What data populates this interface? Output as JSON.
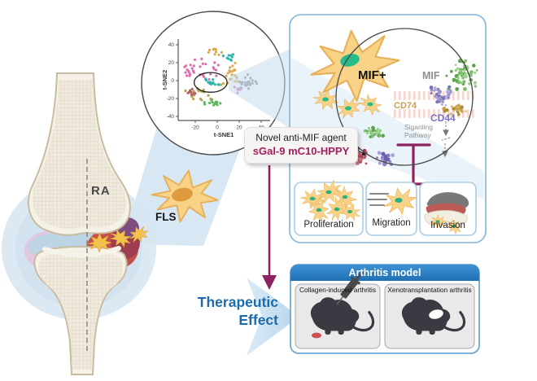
{
  "labels": {
    "ra": "RA",
    "fls": "FLS",
    "mif_plus": "MIF+",
    "mif": "MIF",
    "cd74": "CD74",
    "cd44": "CD44",
    "signaling_1": "Siganling",
    "signaling_2": "Pathway"
  },
  "agent_box": {
    "line1": "Novel anti-MIF agent",
    "line2": "sGal-9 mC10-HPPY"
  },
  "outcomes": [
    {
      "label": "Proliferation"
    },
    {
      "label": "Migration"
    },
    {
      "label": "Invasion"
    }
  ],
  "arthritis": {
    "header": "Arthritis model",
    "models": [
      {
        "label": "Collagen-induced arthritis"
      },
      {
        "label": "Xenotransplantation arthritis"
      }
    ]
  },
  "therapeutic": {
    "line1": "Therapeutic",
    "line2": "Effect"
  },
  "colors": {
    "accent_maroon": "#8e2160",
    "agent_text": "#a61e5e",
    "therapeutic_blue": "#1c6bad",
    "panel_border": "#82b4da",
    "header_blue_top": "#3e92d4",
    "header_blue_bottom": "#2070b6",
    "beam_blue": "#c4dcee",
    "cell_body": "#f7d287",
    "cell_stroke": "#e7b057",
    "cell_nucleus_green": "#27bd8b",
    "cell_nucleus_orange": "#de9a3c",
    "bone_fill": "#f5f1e6",
    "mouse_dark": "#3a3a42"
  },
  "chart_data": {
    "type": "scatter",
    "title": "t-SNE clustering of synovial cells",
    "xlabel": "t-SNE1",
    "ylabel": "t-SNE2",
    "xlim": [
      -35,
      45
    ],
    "ylim": [
      -45,
      45
    ],
    "xticks": [
      -20,
      0,
      20,
      40
    ],
    "yticks": [
      -40,
      -20,
      0,
      20,
      40
    ],
    "grid": false,
    "legend": "none",
    "clusters": [
      {
        "name": "pink-left",
        "color": "#dd6fb0",
        "cx": -16,
        "cy": 12,
        "sx": 13,
        "sy": 10,
        "n": 30
      },
      {
        "name": "pink-right",
        "color": "#dd6fb0",
        "cx": 17,
        "cy": -10,
        "sx": 4,
        "sy": 4,
        "n": 6
      },
      {
        "name": "orange-main",
        "color": "#d9a84e",
        "cx": 13,
        "cy": 5,
        "sx": 8,
        "sy": 10,
        "n": 22
      },
      {
        "name": "orange-top",
        "color": "#d9a84e",
        "cx": -3,
        "cy": 32,
        "sx": 6,
        "sy": 3,
        "n": 9
      },
      {
        "name": "teal-circled",
        "color": "#2fb3ad",
        "cx": -6,
        "cy": -2,
        "sx": 7,
        "sy": 3.5,
        "n": 16
      },
      {
        "name": "teal-topright",
        "color": "#2fb3ad",
        "cx": 11,
        "cy": 27,
        "sx": 4,
        "sy": 3.5,
        "n": 9
      },
      {
        "name": "green-bottom",
        "color": "#5cb85c",
        "cx": -3,
        "cy": -26,
        "sx": 7,
        "sy": 4,
        "n": 14
      },
      {
        "name": "olive-bl",
        "color": "#b8a14e",
        "cx": -17,
        "cy": -15,
        "sx": 9,
        "sy": 6,
        "n": 16
      },
      {
        "name": "maroon-bl",
        "color": "#b06060",
        "cx": -24,
        "cy": -13,
        "sx": 5,
        "sy": 4,
        "n": 8
      },
      {
        "name": "gray-right",
        "color": "#8f9698",
        "cx": 27,
        "cy": -3,
        "sx": 7,
        "sy": 7,
        "n": 26
      }
    ],
    "highlight_ellipse": {
      "cx": -6,
      "cy": -2,
      "rx": 15,
      "ry": 11
    }
  }
}
